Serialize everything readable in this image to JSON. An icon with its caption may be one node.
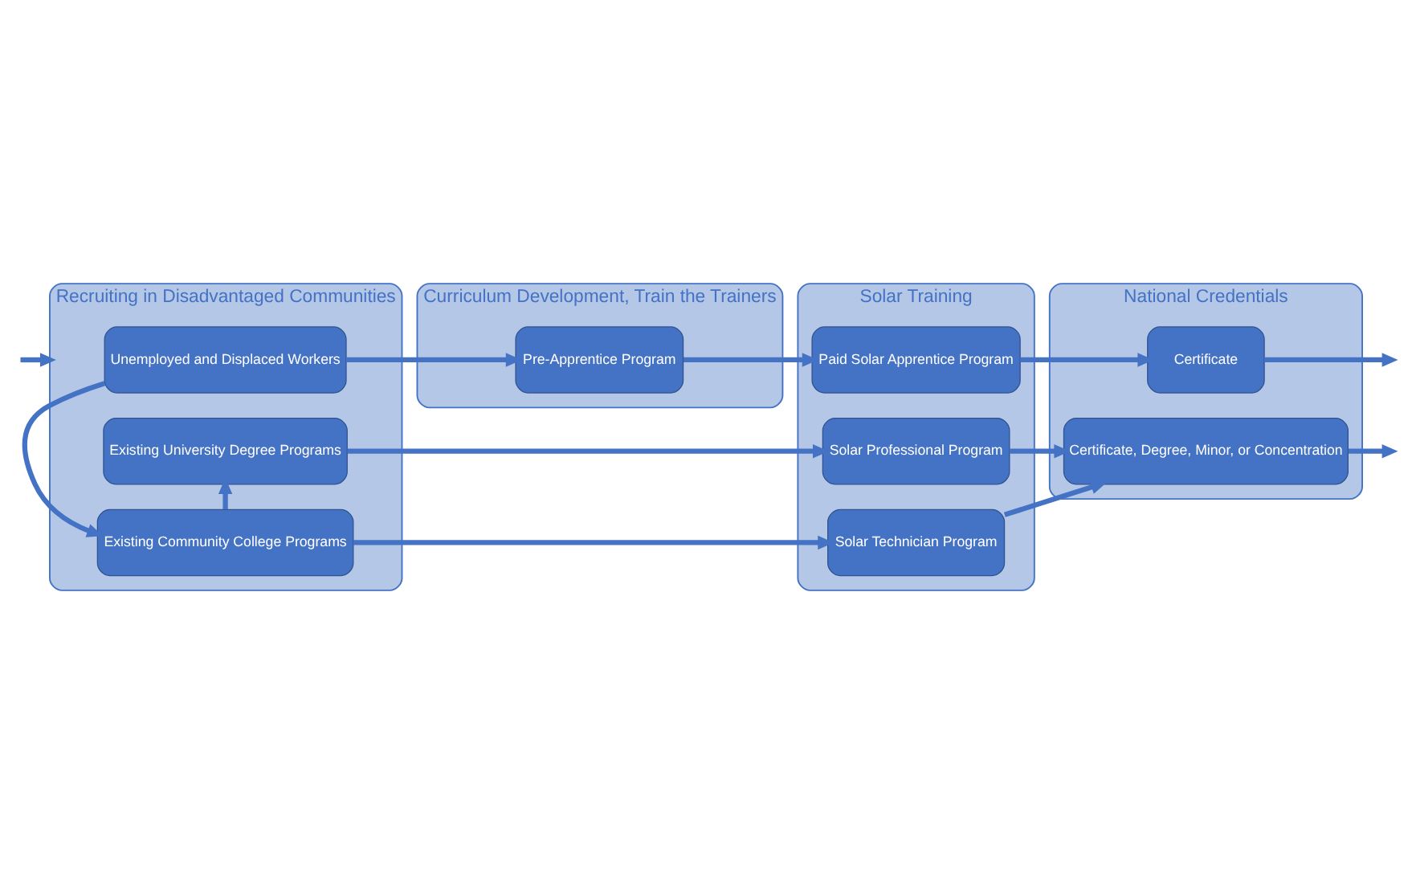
{
  "diagram": {
    "nodes": [
      {
        "text": [
          "Recruiting in Disadvantaged Communities"
        ]
      },
      {
        "text": [
          "Curriculum Development, Train the Trainers"
        ]
      },
      {
        "text": [
          "Solar Training"
        ]
      },
      {
        "text": [
          "National Credentials"
        ]
      },
      {
        "text": [
          "Unemployed and Displaced Workers"
        ],
        "in": 0
      },
      {
        "text": [
          "Existing Community College Programs"
        ],
        "in": 0
      },
      {
        "text": [
          "Existing University Degree Programs"
        ],
        "in": 0
      },
      {
        "text": [
          "Pre-Apprentice Program"
        ],
        "in": 1
      },
      {
        "text": [
          "Paid Solar Apprentice Program"
        ],
        "in": 2
      },
      {
        "text": [
          "Solar Technician Program"
        ],
        "in": 2
      },
      {
        "text": [
          "Solar Professional Program"
        ],
        "in": 2
      },
      {
        "text": [
          "Certificate"
        ],
        "in": 3
      },
      {
        "text": [
          "Certificate, Degree, Minor, or Concentration"
        ],
        "in": 3
      }
    ],
    "edges": [
      {
        "from": null,
        "to": 0,
        "arrow": "to"
      },
      {
        "from": 4,
        "to": 7,
        "arrow": "to"
      },
      {
        "from": 4,
        "to": 5,
        "arrow": "to"
      },
      {
        "from": 5,
        "to": 6,
        "arrow": "to"
      },
      {
        "from": 7,
        "to": 8,
        "arrow": "to"
      },
      {
        "from": 5,
        "to": 9,
        "arrow": "to"
      },
      {
        "from": 6,
        "to": 10,
        "arrow": "to"
      },
      {
        "from": 8,
        "to": 11,
        "arrow": "to"
      },
      {
        "from": 9,
        "to": 12,
        "arrow": "to"
      },
      {
        "from": 10,
        "to": 12,
        "arrow": "to"
      },
      {
        "from": 11,
        "to": null,
        "arrow": "to"
      },
      {
        "from": 12,
        "to": null,
        "arrow": "to"
      }
    ]
  }
}
